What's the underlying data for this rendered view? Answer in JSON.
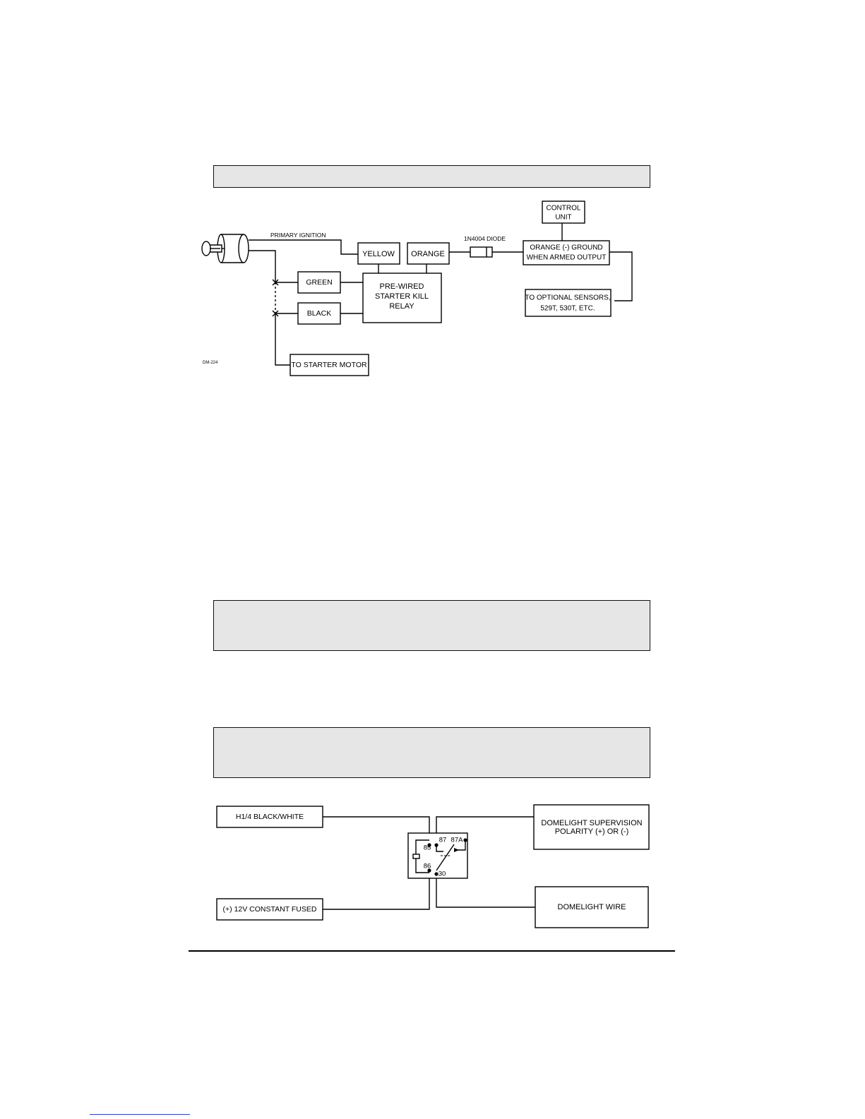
{
  "diagram1": {
    "primary_ignition": "PRIMARY IGNITION",
    "yellow": "YELLOW",
    "orange": "ORANGE",
    "diode": "1N4004 DIODE",
    "control_unit": [
      "CONTROL",
      "UNIT"
    ],
    "orange_ground": [
      "ORANGE (-) GROUND",
      "WHEN ARMED OUTPUT"
    ],
    "green": "GREEN",
    "black": "BLACK",
    "relay": [
      "PRE-WIRED",
      "STARTER KILL",
      "RELAY"
    ],
    "sensors": [
      "TO OPTIONAL SENSORS,",
      "529T, 530T, ETC."
    ],
    "starter_motor": "TO STARTER MOTOR",
    "fig_id": "DM-224"
  },
  "diagram2": {
    "h14": "H1/4 BLACK/WHITE",
    "constant": "(+) 12V CONSTANT FUSED",
    "supervision": [
      "DOMELIGHT SUPERVISION",
      "POLARITY (+) OR (-)"
    ],
    "domelight_wire": "DOMELIGHT WIRE",
    "pin85": "85",
    "pin86": "86",
    "pin87": "87",
    "pin87a": "87A",
    "pin30": "30"
  }
}
